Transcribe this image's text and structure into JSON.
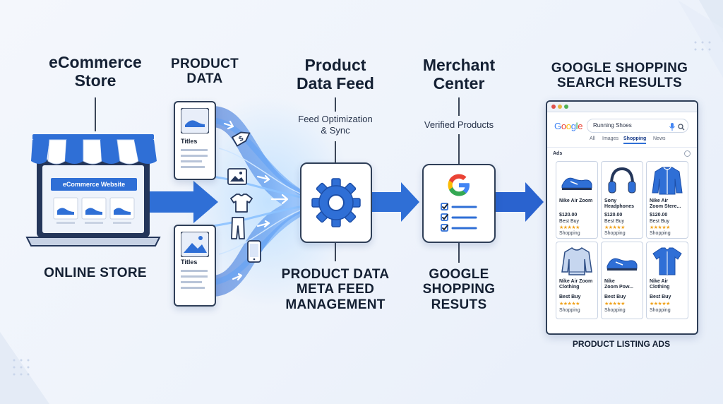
{
  "headings": {
    "store": "eCommerce\nStore",
    "product_data": "PRODUCT\nDATA",
    "feed": "Product\nData Feed",
    "merchant": "Merchant\nCenter",
    "results": "GOOGLE SHOPPING\nSEARCH RESULTS"
  },
  "subs": {
    "feed_opt": "Feed Optimization\n& Sync",
    "verified": "Verified Products"
  },
  "bottom": {
    "online_store": "ONLINE STORE",
    "meta_feed": "PRODUCT DATA\nMETA FEED\nMANAGEMENT",
    "shopping_results": "GOOGLE\nSHOPPING\nRESUTS",
    "pla": "PRODUCT LISTING ADS"
  },
  "store": {
    "banner": "eCommerce Website"
  },
  "docs": {
    "titles_top": "Titles",
    "titles_bottom": "Titles"
  },
  "browser": {
    "logo": [
      "G",
      "o",
      "o",
      "g",
      "l",
      "e"
    ],
    "logo_colors": [
      "#4285F4",
      "#EA4335",
      "#FBBC05",
      "#4285F4",
      "#34A853",
      "#EA4335"
    ],
    "query": "Running Shoes",
    "tabs": [
      "All",
      "Images",
      "Shopping",
      "News"
    ],
    "active_tab": "Shopping",
    "ads_label": "Ads"
  },
  "products": [
    {
      "name": "Nike Air Zoom",
      "price": "$120.00",
      "store": "Best Buy",
      "stars": "★★★★★",
      "shop": "Shopping",
      "icon": "shoe-icon"
    },
    {
      "name": "Sony\nHeadphones",
      "price": "$120.00",
      "store": "Best Buy",
      "stars": "★★★★★",
      "shop": "Shopping",
      "icon": "headphones-icon"
    },
    {
      "name": "Nike Air\nZoom Stere...",
      "price": "$120.00",
      "store": "Best Buy",
      "stars": "★★★★★",
      "shop": "Shopping",
      "icon": "jacket-icon"
    },
    {
      "name": "Nike Air Zoom\nClothing",
      "price": "",
      "store": "Best Buy",
      "stars": "★★★★★",
      "shop": "Shopping",
      "icon": "sweater-icon"
    },
    {
      "name": "Nike\nZoom Pow...",
      "price": "",
      "store": "Best Buy",
      "stars": "★★★★★",
      "shop": "Shopping",
      "icon": "shoe-icon"
    },
    {
      "name": "Nike Air\nClothing",
      "price": "",
      "store": "Best Buy",
      "stars": "★★★★★",
      "shop": "Shopping",
      "icon": "shirt-icon"
    }
  ],
  "colors": {
    "accent": "#2f6fd6",
    "dark": "#1b2536",
    "star": "#f0a21b"
  }
}
